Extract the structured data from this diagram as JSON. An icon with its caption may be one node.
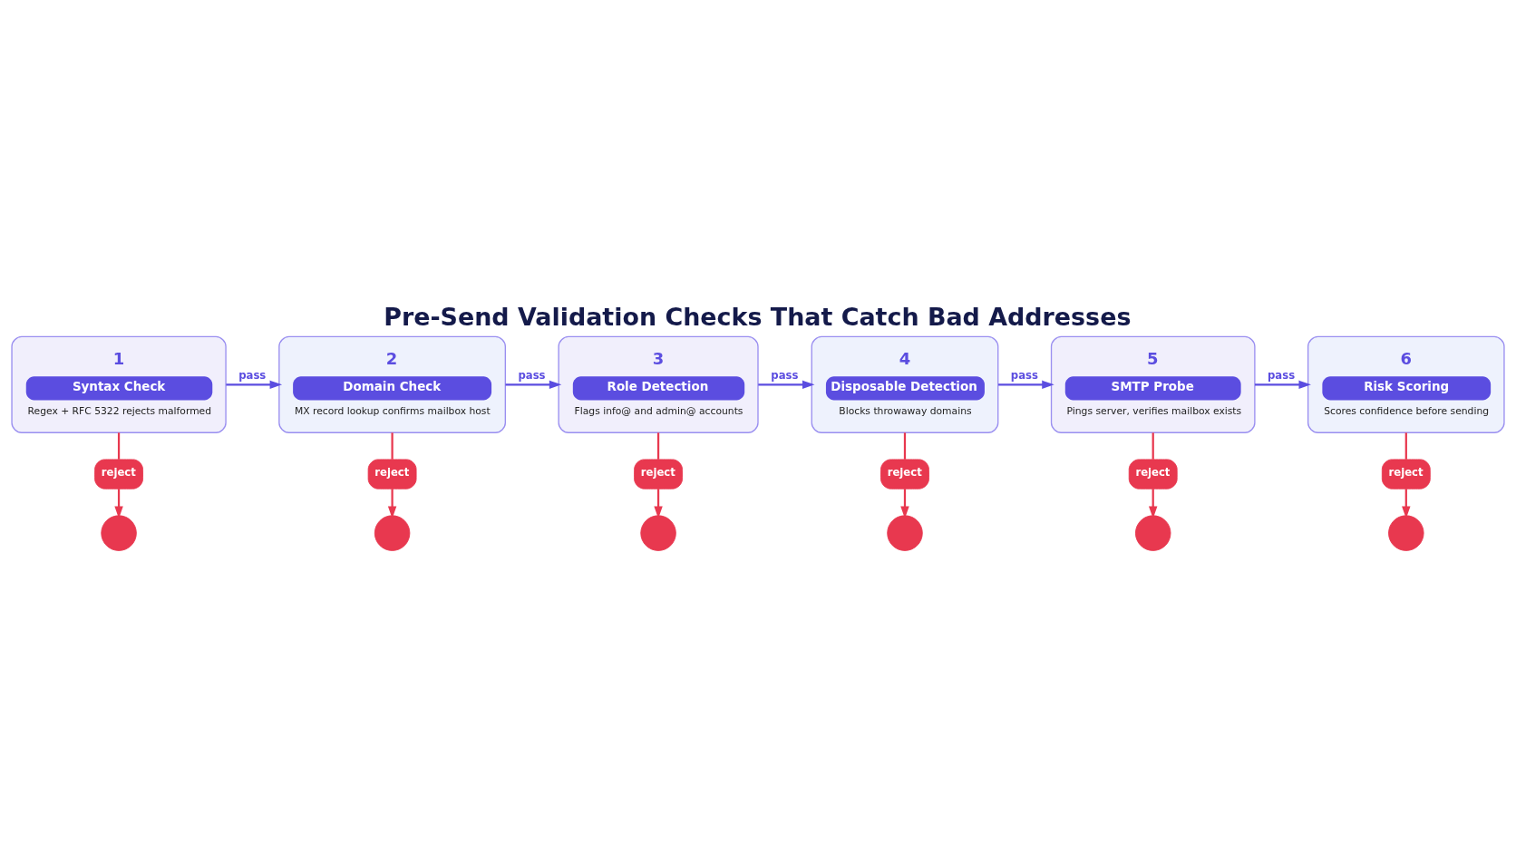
{
  "diagram": {
    "title": "Pre-Send Validation Checks That Catch Bad Addresses",
    "nodes": [
      {
        "text": [
          "1",
          "Syntax Check",
          "Regex + RFC 5322 rejects malformed"
        ]
      },
      {
        "text": [
          "2",
          "Domain Check",
          "MX record lookup confirms mailbox host"
        ]
      },
      {
        "text": [
          "3",
          "Role Detection",
          "Flags info@ and admin@ accounts"
        ]
      },
      {
        "text": [
          "4",
          "Disposable Detection",
          "Blocks throwaway domains"
        ]
      },
      {
        "text": [
          "5",
          "SMTP Probe",
          "Pings server, verifies mailbox exists"
        ]
      },
      {
        "text": [
          "6",
          "Risk Scoring",
          "Scores confidence before sending"
        ]
      },
      {
        "text": [
          "reject"
        ]
      },
      {
        "text": [
          "reject"
        ]
      },
      {
        "text": [
          "reject"
        ]
      },
      {
        "text": [
          "reject"
        ]
      },
      {
        "text": [
          "reject"
        ]
      },
      {
        "text": [
          "reject"
        ]
      },
      {
        "text": [],
        "shape": "drop"
      },
      {
        "text": [],
        "shape": "drop"
      },
      {
        "text": [],
        "shape": "drop"
      },
      {
        "text": [],
        "shape": "drop"
      },
      {
        "text": [],
        "shape": "drop"
      },
      {
        "text": [],
        "shape": "drop"
      }
    ],
    "edges": [
      {
        "from": 0,
        "to": 1,
        "arrow": "to",
        "label": "pass",
        "color": "#5b4de0"
      },
      {
        "from": 1,
        "to": 2,
        "arrow": "to",
        "label": "pass",
        "color": "#5b4de0"
      },
      {
        "from": 2,
        "to": 3,
        "arrow": "to",
        "label": "pass",
        "color": "#5b4de0"
      },
      {
        "from": 3,
        "to": 4,
        "arrow": "to",
        "label": "pass",
        "color": "#5b4de0"
      },
      {
        "from": 4,
        "to": 5,
        "arrow": "to",
        "label": "pass",
        "color": "#5b4de0"
      },
      {
        "from": 0,
        "to": 6,
        "arrow": "none",
        "color": "#e8384f"
      },
      {
        "from": 6,
        "to": 12,
        "arrow": "to",
        "color": "#e8384f"
      },
      {
        "from": 1,
        "to": 7,
        "arrow": "none",
        "color": "#e8384f"
      },
      {
        "from": 7,
        "to": 13,
        "arrow": "to",
        "color": "#e8384f"
      },
      {
        "from": 2,
        "to": 8,
        "arrow": "none",
        "color": "#e8384f"
      },
      {
        "from": 8,
        "to": 14,
        "arrow": "to",
        "color": "#e8384f"
      },
      {
        "from": 3,
        "to": 9,
        "arrow": "none",
        "color": "#e8384f"
      },
      {
        "from": 9,
        "to": 15,
        "arrow": "to",
        "color": "#e8384f"
      },
      {
        "from": 4,
        "to": 10,
        "arrow": "none",
        "color": "#e8384f"
      },
      {
        "from": 10,
        "to": 16,
        "arrow": "to",
        "color": "#e8384f"
      },
      {
        "from": 5,
        "to": 11,
        "arrow": "none",
        "color": "#e8384f"
      },
      {
        "from": 11,
        "to": 17,
        "arrow": "to",
        "color": "#e8384f"
      }
    ]
  }
}
